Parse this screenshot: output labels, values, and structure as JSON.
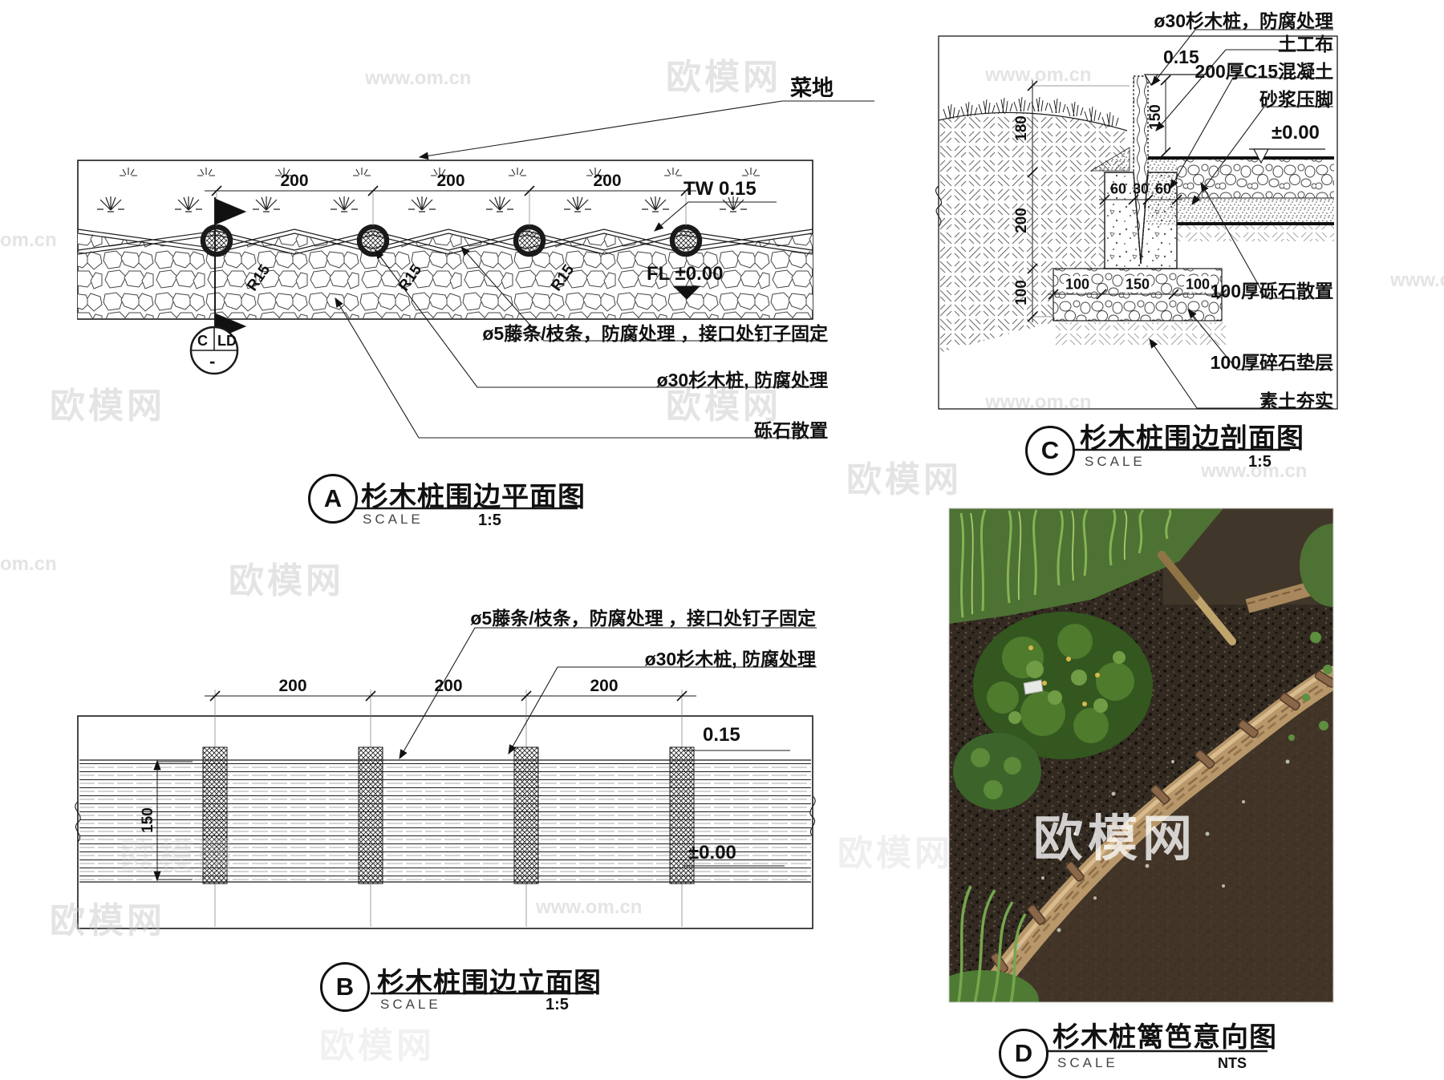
{
  "watermarks": {
    "brand": "欧模网",
    "site": "www.om.cn",
    "site_left": "om.cn",
    "site_right": "www.o"
  },
  "drawing_a": {
    "ref_letter": "A",
    "title": "杉木桩围边平面图",
    "scale_label": "SCALE",
    "scale_value": "1:5",
    "area_label": "菜地",
    "top_wall_level": "TW 0.15",
    "finish_level": "FL ±0.00",
    "radius_label": "R15",
    "spacing_dims": [
      "200",
      "200",
      "200"
    ],
    "section_marker": {
      "detail": "C",
      "sheet": "LD",
      "bottom": "-"
    },
    "callouts": {
      "vine": "ø5藤条/枝条，防腐处理 ，接口处钉子固定",
      "pile": "ø30杉木桩, 防腐处理",
      "gravel": "砾石散置"
    }
  },
  "drawing_b": {
    "ref_letter": "B",
    "title": "杉木桩围边立面图",
    "scale_label": "SCALE",
    "scale_value": "1:5",
    "spacing_dims": [
      "200",
      "200",
      "200"
    ],
    "height_dim": "150",
    "top_level": "0.15",
    "zero_level": "±0.00",
    "callouts": {
      "vine": "ø5藤条/枝条，防腐处理 ，接口处钉子固定",
      "pile": "ø30杉木桩, 防腐处理"
    }
  },
  "drawing_c": {
    "ref_letter": "C",
    "title": "杉木桩围边剖面图",
    "scale_label": "SCALE",
    "scale_value": "1:5",
    "callouts": {
      "pile": "ø30杉木桩，防腐处理",
      "geotextile": "土工布",
      "concrete": "200厚C15混凝土",
      "mortar": "砂浆压脚",
      "gravel_top": "100厚砾石散置",
      "cushion": "100厚碎石垫层",
      "soil": "素土夯实"
    },
    "zero_level": "±0.00",
    "top_level": "0.15",
    "pile_height_dim": "150",
    "depth_dims": [
      "180",
      "200",
      "100"
    ],
    "footing_dims": [
      "60",
      "30",
      "60"
    ],
    "cushion_dims": [
      "100",
      "150",
      "100"
    ]
  },
  "drawing_d": {
    "ref_letter": "D",
    "title": "杉木桩篱笆意向图",
    "scale_label": "SCALE",
    "scale_value": "NTS"
  }
}
